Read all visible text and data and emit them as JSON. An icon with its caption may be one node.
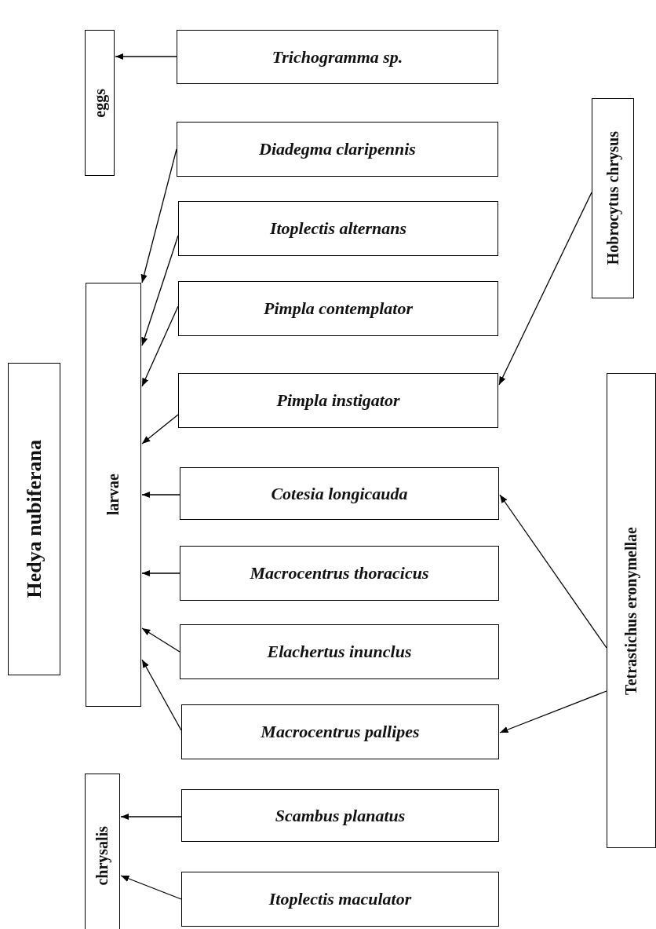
{
  "diagram": {
    "nodes": [
      {
        "text": [
          "Hedya nubiferana"
        ]
      },
      {
        "text": [
          "eggs"
        ]
      },
      {
        "text": [
          "larvae"
        ]
      },
      {
        "text": [
          "chrysalis"
        ]
      },
      {
        "text": [
          "Trichogramma sp."
        ]
      },
      {
        "text": [
          "Diadegma claripennis"
        ]
      },
      {
        "text": [
          "Itoplectis alternans"
        ]
      },
      {
        "text": [
          "Pimpla contemplator"
        ]
      },
      {
        "text": [
          "Pimpla instigator"
        ]
      },
      {
        "text": [
          "Cotesia longicauda"
        ]
      },
      {
        "text": [
          "Macrocentrus thoracicus"
        ]
      },
      {
        "text": [
          "Elachertus inunclus"
        ]
      },
      {
        "text": [
          "Macrocentrus pallipes"
        ]
      },
      {
        "text": [
          "Scambus planatus"
        ]
      },
      {
        "text": [
          "Itoplectis maculator"
        ]
      },
      {
        "text": [
          "Hobrocytus chrysus"
        ]
      },
      {
        "text": [
          "Tetrastichus eronymellae"
        ]
      }
    ],
    "edges": [
      {
        "from": 4,
        "to": 1,
        "arrow": "to"
      },
      {
        "from": 5,
        "to": 2,
        "arrow": "to"
      },
      {
        "from": 6,
        "to": 2,
        "arrow": "to"
      },
      {
        "from": 7,
        "to": 2,
        "arrow": "to"
      },
      {
        "from": 8,
        "to": 2,
        "arrow": "to"
      },
      {
        "from": 9,
        "to": 2,
        "arrow": "to"
      },
      {
        "from": 10,
        "to": 2,
        "arrow": "to"
      },
      {
        "from": 11,
        "to": 2,
        "arrow": "to"
      },
      {
        "from": 12,
        "to": 2,
        "arrow": "to"
      },
      {
        "from": 13,
        "to": 3,
        "arrow": "to"
      },
      {
        "from": 14,
        "to": 3,
        "arrow": "to"
      },
      {
        "from": 15,
        "to": 8,
        "arrow": "to"
      },
      {
        "from": 16,
        "to": 9,
        "arrow": "to"
      },
      {
        "from": 16,
        "to": 12,
        "arrow": "to"
      }
    ]
  }
}
